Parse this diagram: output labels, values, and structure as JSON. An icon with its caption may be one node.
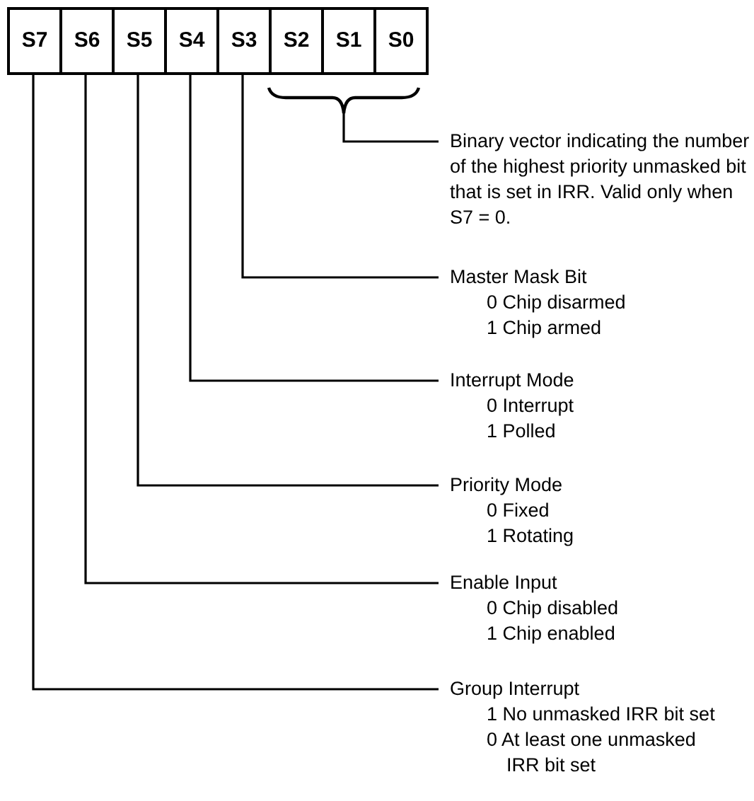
{
  "diagram": {
    "nodes": [
      {
        "text": [
          "S7"
        ]
      },
      {
        "text": [
          "S6"
        ]
      },
      {
        "text": [
          "S5"
        ]
      },
      {
        "text": [
          "S4"
        ]
      },
      {
        "text": [
          "S3"
        ]
      },
      {
        "text": [
          "S2"
        ]
      },
      {
        "text": [
          "S1"
        ]
      },
      {
        "text": [
          "S0"
        ]
      },
      {
        "text": [],
        "shape": "brace"
      },
      {
        "text": [
          "Binary vector indicating the number of the highest priority unmasked bit that is set in IRR. Valid only when S7 = 0."
        ]
      },
      {
        "text": [
          "Master Mask Bit",
          "0 Chip disarmed",
          "1 Chip armed"
        ]
      },
      {
        "text": [
          "Interrupt Mode",
          "0 Interrupt",
          "1 Polled"
        ]
      },
      {
        "text": [
          "Priority Mode",
          "0 Fixed",
          "1 Rotating"
        ]
      },
      {
        "text": [
          "Enable Input",
          "0 Chip disabled",
          "1 Chip enabled"
        ]
      },
      {
        "text": [
          "Group Interrupt",
          "1 No unmasked IRR bit set",
          "0 At least one unmasked IRR bit set"
        ]
      }
    ],
    "edges": [
      {
        "from": 9,
        "to": 8,
        "arrow": "none"
      },
      {
        "from": 10,
        "to": 4,
        "arrow": "none"
      },
      {
        "from": 11,
        "to": 3,
        "arrow": "none"
      },
      {
        "from": 12,
        "to": 2,
        "arrow": "none"
      },
      {
        "from": 13,
        "to": 1,
        "arrow": "none"
      },
      {
        "from": 14,
        "to": 0,
        "arrow": "none"
      }
    ]
  }
}
